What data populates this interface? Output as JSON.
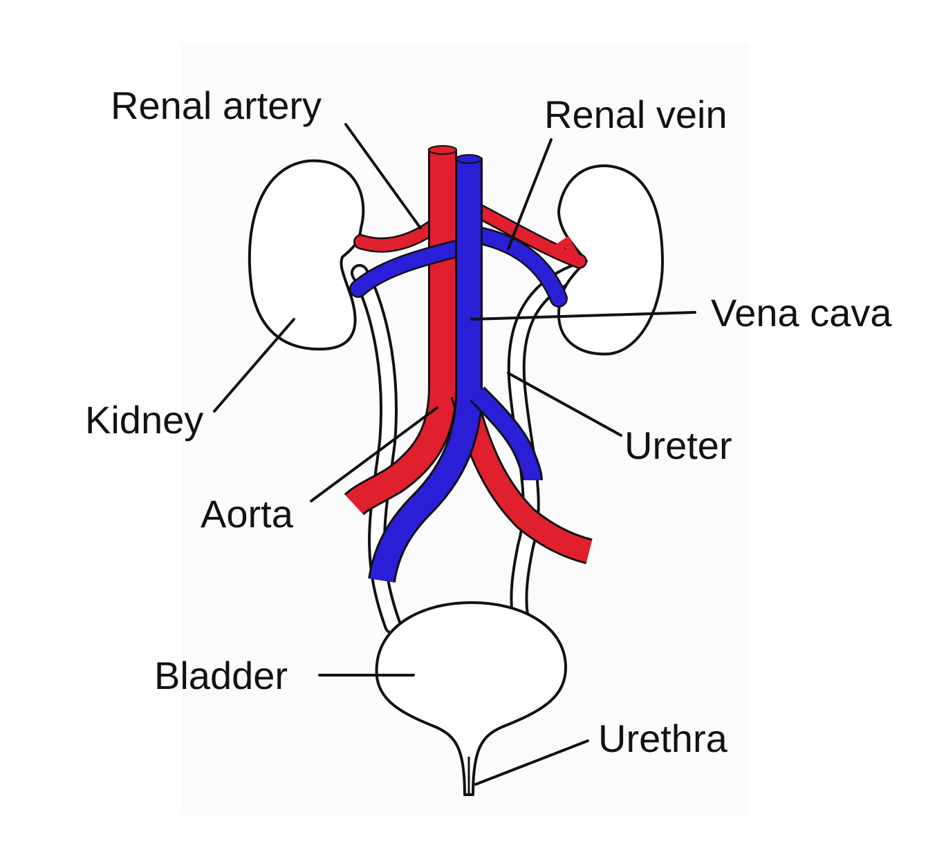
{
  "labels": {
    "renal_artery": "Renal artery",
    "renal_vein": "Renal vein",
    "vena_cava": "Vena cava",
    "kidney": "Kidney",
    "ureter": "Ureter",
    "aorta": "Aorta",
    "bladder": "Bladder",
    "urethra": "Urethra"
  },
  "colors": {
    "artery": "#e0202e",
    "vein": "#2a1fd6",
    "outline": "#111111",
    "background": "#ffffff",
    "panel": "#fbfbfb"
  }
}
